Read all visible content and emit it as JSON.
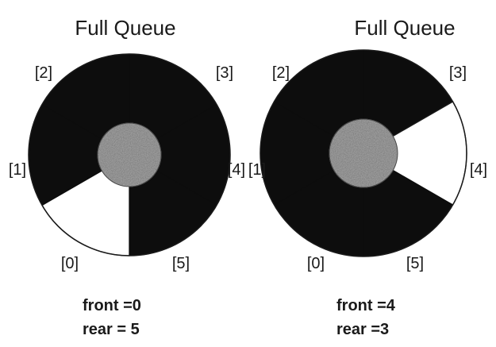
{
  "diagrams": [
    {
      "title": "Full Queue",
      "labels": {
        "l0": "[0]",
        "l1": "[1]",
        "l2": "[2]",
        "l3": "[3]",
        "l4": "[4]",
        "l5": "[5]"
      },
      "front_text": "front =0",
      "rear_text": "rear = 5",
      "front": 0,
      "rear": 5
    },
    {
      "title": "Full Queue",
      "labels": {
        "l0": "[0]",
        "l1": "[1]",
        "l2": "[2]",
        "l3": "[3]",
        "l4": "[4]",
        "l5": "[5]"
      },
      "front_text": "front =4",
      "rear_text": "rear =3",
      "front": 4,
      "rear": 3
    }
  ],
  "colors": {
    "filled": "#0d0d0d",
    "empty": "#ffffff",
    "hub": "#a9a9a9",
    "stroke": "#1a1a1a"
  }
}
